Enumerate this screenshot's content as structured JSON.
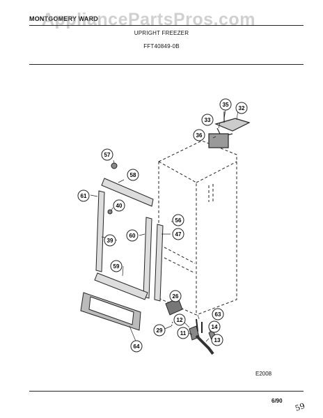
{
  "header": {
    "brand": "MONTGOMERY WARD",
    "watermark": "AppliancePartsPros.com",
    "model_title": "UPRIGHT FREEZER",
    "model_number": "FFT40849-0B"
  },
  "footer": {
    "diagram_code": "E2008",
    "date": "6/90",
    "handwritten": "59"
  },
  "callouts": [
    {
      "id": "c35",
      "num": "35"
    },
    {
      "id": "c32",
      "num": "32"
    },
    {
      "id": "c33",
      "num": "33"
    },
    {
      "id": "c36",
      "num": "36"
    },
    {
      "id": "c57",
      "num": "57"
    },
    {
      "id": "c58",
      "num": "58"
    },
    {
      "id": "c61",
      "num": "61"
    },
    {
      "id": "c40",
      "num": "40"
    },
    {
      "id": "c56",
      "num": "56"
    },
    {
      "id": "c60",
      "num": "60"
    },
    {
      "id": "c47",
      "num": "47"
    },
    {
      "id": "c39",
      "num": "39"
    },
    {
      "id": "c59",
      "num": "59"
    },
    {
      "id": "c26",
      "num": "26"
    },
    {
      "id": "c63",
      "num": "63"
    },
    {
      "id": "c12",
      "num": "12"
    },
    {
      "id": "c14",
      "num": "14"
    },
    {
      "id": "c29",
      "num": "29"
    },
    {
      "id": "c11",
      "num": "11"
    },
    {
      "id": "c13",
      "num": "13"
    },
    {
      "id": "c64",
      "num": "64"
    }
  ]
}
